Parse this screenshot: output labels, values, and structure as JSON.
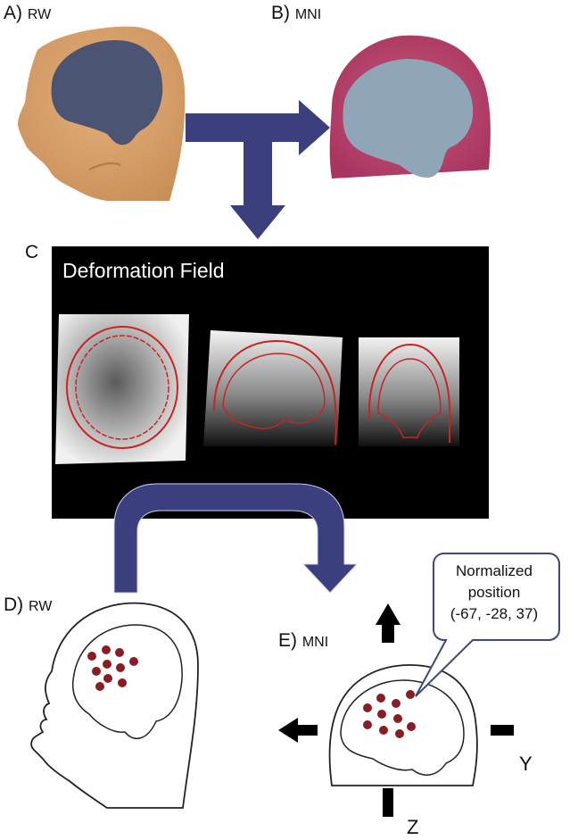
{
  "panels": {
    "a": {
      "letter": "A)",
      "space": "RW"
    },
    "b": {
      "letter": "B)",
      "space": "MNI"
    },
    "c": {
      "letter": "C",
      "title": "Deformation Field"
    },
    "d": {
      "letter": "D)",
      "space": "RW"
    },
    "e": {
      "letter": "E)",
      "space": "MNI"
    }
  },
  "callout": {
    "line1": "Normalized",
    "line2": "position",
    "line3": "(-67, -28, 37)"
  },
  "axes": {
    "y": "Y",
    "z": "Z"
  },
  "colors": {
    "arrow": "#3b3f7e",
    "skin_rw": "#d9a46f",
    "brain_rw": "#4a5370",
    "skin_mni": "#b8476a",
    "brain_mni": "#8fa6b8",
    "contour": "#cc2222",
    "electrode": "#8a1c22"
  }
}
